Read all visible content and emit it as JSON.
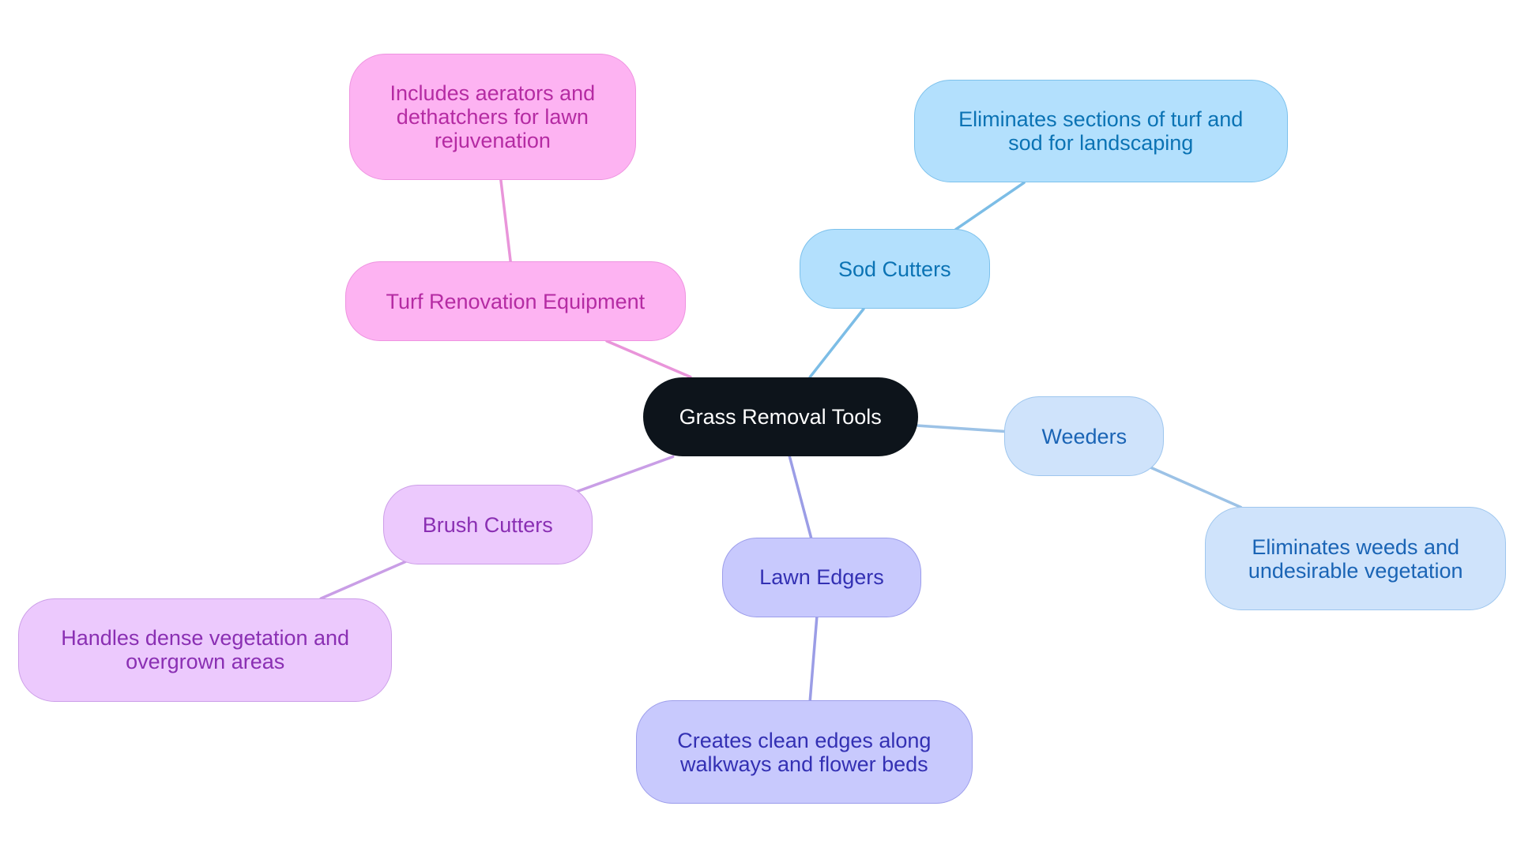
{
  "diagram": {
    "root": {
      "id": "root",
      "label": "Grass Removal Tools",
      "fill": "#0d141b",
      "stroke": "#0d141b",
      "text": "#ffffff"
    },
    "branches": [
      {
        "id": "sod",
        "label": "Sod Cutters",
        "fill": "#b3e0fd",
        "stroke": "#7cc1ec",
        "text": "#0b73b4",
        "edge": "#7cbde6",
        "child": {
          "id": "sod-desc",
          "label": "Eliminates sections of turf and sod for landscaping"
        }
      },
      {
        "id": "weed",
        "label": "Weeders",
        "fill": "#cfe3fb",
        "stroke": "#9ec6ee",
        "text": "#1a64b5",
        "edge": "#9cc2e6",
        "child": {
          "id": "weed-desc",
          "label": "Eliminates weeds and undesirable vegetation"
        }
      },
      {
        "id": "edge",
        "label": "Lawn Edgers",
        "fill": "#c8c9fd",
        "stroke": "#9c9deb",
        "text": "#3330b3",
        "edge": "#9b9de6",
        "child": {
          "id": "edge-desc",
          "label": "Creates clean edges along walkways and flower beds"
        }
      },
      {
        "id": "brush",
        "label": "Brush Cutters",
        "fill": "#ecc9fd",
        "stroke": "#cc9ee8",
        "text": "#8a2fb3",
        "edge": "#c99ee6",
        "child": {
          "id": "brush-desc",
          "label": "Handles dense vegetation and overgrown areas"
        }
      },
      {
        "id": "turf",
        "label": "Turf Renovation Equipment",
        "fill": "#fdb3f2",
        "stroke": "#ee93e0",
        "text": "#b52ba3",
        "edge": "#e995da",
        "child": {
          "id": "turf-desc",
          "label": "Includes aerators and dethatchers for lawn rejuvenation"
        }
      }
    ]
  }
}
